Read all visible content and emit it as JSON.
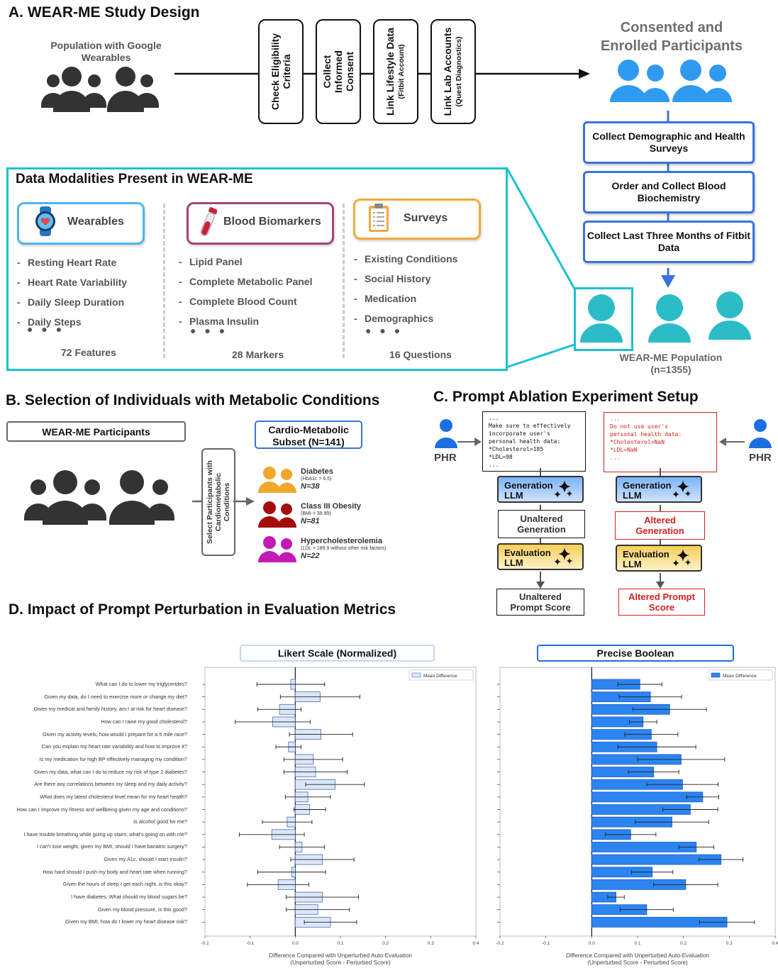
{
  "panel_a": {
    "title": "A. WEAR-ME Study Design",
    "population": "Population with Google Wearables",
    "steps": [
      {
        "label": "Check Eligibility Criteria",
        "sub": ""
      },
      {
        "label": "Collect Informed Consent",
        "sub": ""
      },
      {
        "label": "Link Lifestyle Data",
        "sub": "(Fitbit Account)"
      },
      {
        "label": "Link Lab Accounts",
        "sub": "(Quest Diagnostics)"
      }
    ],
    "enrolled": "Consented and Enrolled Participants",
    "flow": [
      "Collect Demographic and Health Surveys",
      "Order and Collect Blood Biochemistry",
      "Collect Last Three Months of Fitbit Data"
    ],
    "population_label": "WEAR-ME Population",
    "population_n": "(n=1355)",
    "modalities_title": "Data Modalities Present in WEAR-ME",
    "modalities": [
      {
        "name": "Wearables",
        "color": "#4fb3f2",
        "items": [
          "Resting Heart Rate",
          "Heart Rate Variability",
          "Daily Sleep Duration",
          "Daily Steps"
        ],
        "count": "72 Features"
      },
      {
        "name": "Blood Biomarkers",
        "color": "#a2457a",
        "items": [
          "Lipid Panel",
          "Complete Metabolic Panel",
          "Complete Blood Count",
          "Plasma Insulin"
        ],
        "count": "28 Markers"
      },
      {
        "name": "Surveys",
        "color": "#f3a93b",
        "items": [
          "Existing Conditions",
          "Social History",
          "Medication",
          "Demographics"
        ],
        "count": "16 Questions"
      }
    ],
    "dots": "● ● ●",
    "bullet": "-"
  },
  "panel_b": {
    "title": "B. Selection of Individuals with Metabolic Conditions",
    "participants": "WEAR-ME Participants",
    "select": "Select Participants with Cardiometabolic Conditions",
    "subset_line1": "Cardio-Metabolic",
    "subset_line2": "Subset (N=141)",
    "groups": [
      {
        "name": "Diabetes",
        "criteria": "(HbA1c > 6.5)",
        "n": "N=38",
        "color": "#f0a72c"
      },
      {
        "name": "Class III Obesity",
        "criteria": "(BMI > 39.99)",
        "n": "N=81",
        "color": "#a50d0d"
      },
      {
        "name": "Hypercholesterolemia",
        "criteria": "(LDL > 189.9 without other risk factors)",
        "n": "N=22",
        "color": "#c21ab5"
      }
    ]
  },
  "panel_c": {
    "title": "C. Prompt Ablation Experiment Setup",
    "phr": "PHR",
    "left_prompt": "...\nMake sure to effectively\nincorporate user's\npersonal health data:\n*Cholesterol=185\n*LDL=98\n...",
    "right_prompt": "...\nDo not use user's\npersonal health data:\n*Cholesterol=NaN\n*LDL=NaN\n...",
    "generation_llm": "Generation LLM",
    "evaluation_llm": "Evaluation LLM",
    "unaltered_generation": "Unaltered Generation",
    "altered_generation": "Altered Generation",
    "unaltered_score": "Unaltered Prompt Score",
    "altered_score": "Altered Prompt Score"
  },
  "panel_d": {
    "title": "D. Impact of Prompt Perturbation in Evaluation Metrics"
  },
  "chart_data": [
    {
      "type": "bar",
      "orientation": "horizontal",
      "title": "Likert Scale (Normalized)",
      "xlabel": "Difference Compared with Unperturbed Auto-Evaluation\n(Unperturbed Score - Perturbed Score)",
      "xlim": [
        -0.2,
        0.4
      ],
      "xticks": [
        -0.2,
        -0.1,
        0.0,
        0.1,
        0.2,
        0.3,
        0.4
      ],
      "legend": "Mean Difference",
      "legend_position": "top-right",
      "color": "#dbe6f8",
      "categories": [
        "What can I do to lower my triglycerides?",
        "Given my data, do I need to exercise more or change my diet?",
        "Given my medical and family history, am I at risk for heart disease?",
        "How can I raise my good cholesterol?",
        "Given my activity levels, how would I prepare for a 5 mile race?",
        "Can you explain my heart rate variability and how to improve it?",
        "Is my medication for high BP effectively managing my condition?",
        "Given my data, what can I do to reduce my risk of type 2 diabetes?",
        "Are there any correlations between my sleep and my daily activity?",
        "What does my latest cholesterol level mean for my heart health?",
        "How can I improve my fitness and wellbeing given my age and conditions?",
        "Is alcohol good for me?",
        "I have trouble breathing while going up stairs, what's going on with me?",
        "I can't lose weight, given my BMI, should I have bariatric surgery?",
        "Given my A1c, should I start insulin?",
        "How hard should I push my body and heart rate when running?",
        "Given the hours of sleep I get each night, is this okay?",
        "I have diabetes. What should my blood sugars be?",
        "Given my blood pressure, is this good?",
        "Given my BMI, how do I lower my heart disease risk?"
      ],
      "values": [
        -0.01,
        0.055,
        -0.035,
        -0.05,
        0.057,
        -0.015,
        0.04,
        0.045,
        0.088,
        0.028,
        0.032,
        -0.018,
        -0.052,
        0.015,
        0.06,
        -0.008,
        -0.038,
        0.06,
        0.05,
        0.078
      ],
      "errors": [
        0.075,
        0.088,
        0.048,
        0.083,
        0.07,
        0.028,
        0.065,
        0.07,
        0.065,
        0.05,
        0.035,
        0.055,
        0.072,
        0.05,
        0.07,
        0.075,
        0.068,
        0.08,
        0.07,
        0.058
      ]
    },
    {
      "type": "bar",
      "orientation": "horizontal",
      "title": "Precise Boolean",
      "xlabel": "Difference Compared with Unperturbed Auto-Evaluation\n(Unperturbed Score - Perturbed Score)",
      "xlim": [
        -0.2,
        0.4
      ],
      "xticks": [
        -0.2,
        -0.1,
        0.0,
        0.1,
        0.2,
        0.3,
        0.4
      ],
      "legend": "Mean Difference",
      "legend_position": "top-right",
      "color": "#2b84f0",
      "values": [
        0.105,
        0.128,
        0.17,
        0.112,
        0.13,
        0.142,
        0.195,
        0.135,
        0.198,
        0.242,
        0.215,
        0.175,
        0.085,
        0.228,
        0.282,
        0.132,
        0.205,
        0.053,
        0.12,
        0.295
      ],
      "errors": [
        0.048,
        0.068,
        0.08,
        0.03,
        0.058,
        0.085,
        0.095,
        0.055,
        0.078,
        0.035,
        0.06,
        0.08,
        0.055,
        0.038,
        0.048,
        0.045,
        0.07,
        0.018,
        0.058,
        0.06
      ]
    }
  ]
}
